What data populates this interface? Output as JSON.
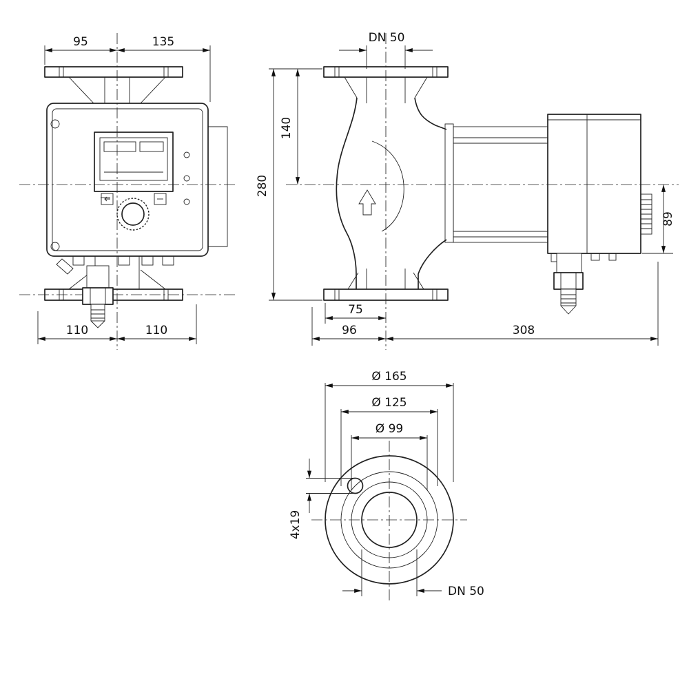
{
  "drawing": {
    "front_view": {
      "width_left": "95",
      "width_right": "135",
      "base_left": "110",
      "base_right": "110"
    },
    "side_view": {
      "port": "DN 50",
      "flange_to_axis": "140",
      "total_height": "280",
      "axis_to_module_bottom": "89",
      "flange_offset": "75",
      "length_front": "96",
      "length_back": "308"
    },
    "flange_view": {
      "outer_diameter": "Ø 165",
      "bolt_circle": "Ø 125",
      "collar_diameter": "Ø 99",
      "bolt_holes": "4x19",
      "nominal_bore": "DN 50"
    }
  }
}
